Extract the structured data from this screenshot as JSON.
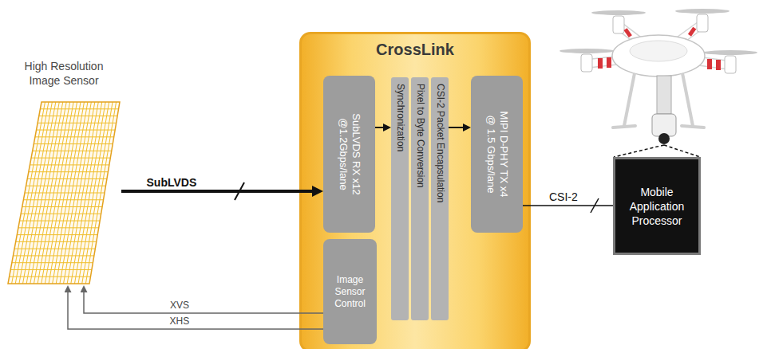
{
  "diagram": {
    "nodes": [
      {
        "text": [
          "High Resolution Image Sensor"
        ]
      },
      {
        "text": [
          "CrossLink"
        ]
      },
      {
        "text": [
          "SubLVDS RX x12 @1.2Gbps/lane"
        ],
        "in": 1
      },
      {
        "text": [
          "Synchronization"
        ],
        "in": 1
      },
      {
        "text": [
          "Pixel to Byte Conversion"
        ],
        "in": 1
      },
      {
        "text": [
          "CSI-2 Packet Encapsulation"
        ],
        "in": 1
      },
      {
        "text": [
          "MIPI D-PHY TX x4 @ 1.5 Gbps/lane"
        ],
        "in": 1
      },
      {
        "text": [
          "Image Sensor Control"
        ],
        "in": 1
      },
      {
        "text": [
          "Mobile Application Processor"
        ]
      }
    ],
    "edges": [
      {
        "from": 0,
        "to": 2,
        "arrow": "to",
        "label": "SubLVDS"
      },
      {
        "from": 2,
        "to": 3,
        "arrow": "to"
      },
      {
        "from": 5,
        "to": 6,
        "arrow": "to"
      },
      {
        "from": 6,
        "to": 8,
        "arrow": "none",
        "label": "CSI-2"
      },
      {
        "from": 7,
        "to": 0,
        "arrow": "to",
        "label": "XVS"
      },
      {
        "from": 7,
        "to": 0,
        "arrow": "to",
        "label": "XHS"
      }
    ]
  }
}
